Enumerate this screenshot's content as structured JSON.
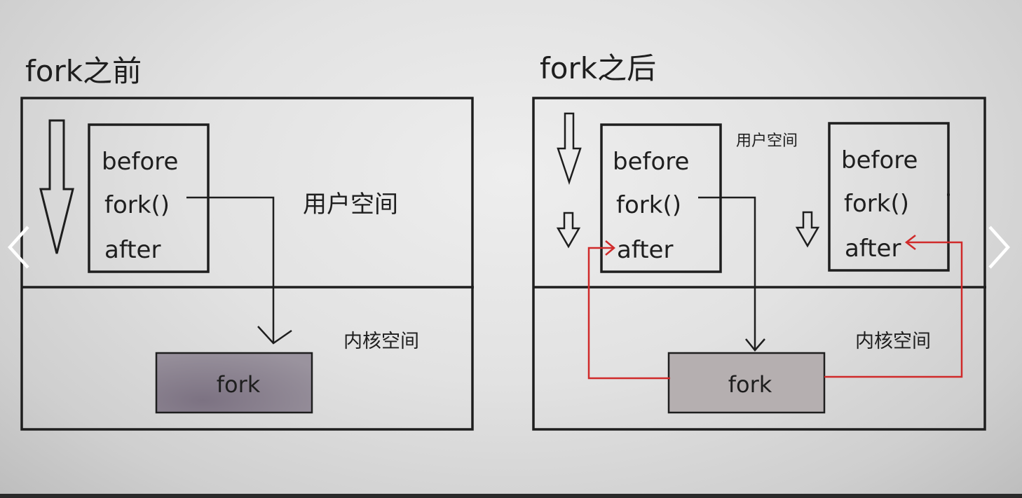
{
  "panels": {
    "before": {
      "title": "fork之前",
      "user_space_label": "用户空间",
      "kernel_space_label": "内核空间",
      "code": {
        "line1": "before",
        "line2": "fork()",
        "line3": "after"
      },
      "kernel_box_label": "fork",
      "kernel_box_color": "#8a8190"
    },
    "after": {
      "title": "fork之后",
      "user_space_label": "用户空间",
      "kernel_space_label": "内核空间",
      "parent_code": {
        "line1": "before",
        "line2": "fork()",
        "line3": "after"
      },
      "child_code": {
        "line1": "before",
        "line2": "fork()",
        "line3": "after"
      },
      "kernel_box_label": "fork",
      "kernel_box_color": "#b5afb0"
    }
  },
  "colors": {
    "line": "#1e1e1e",
    "return_arrow": "#d02a2a"
  },
  "carousel": {
    "prev_icon": "chevron-left-icon",
    "next_icon": "chevron-right-icon"
  }
}
